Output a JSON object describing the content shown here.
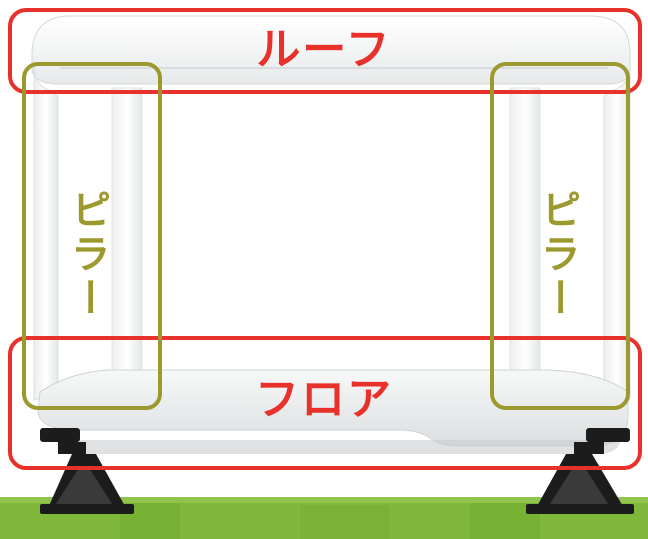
{
  "labels": {
    "roof": "ルーフ",
    "floor": "フロア",
    "pillar_left": "ピラー",
    "pillar_right": "ピラー"
  },
  "colors": {
    "roof_floor_outline": "#e8312a",
    "pillar_outline": "#9c9a2e",
    "grass": "#7fb83a",
    "stand": "#1c1c1c"
  }
}
